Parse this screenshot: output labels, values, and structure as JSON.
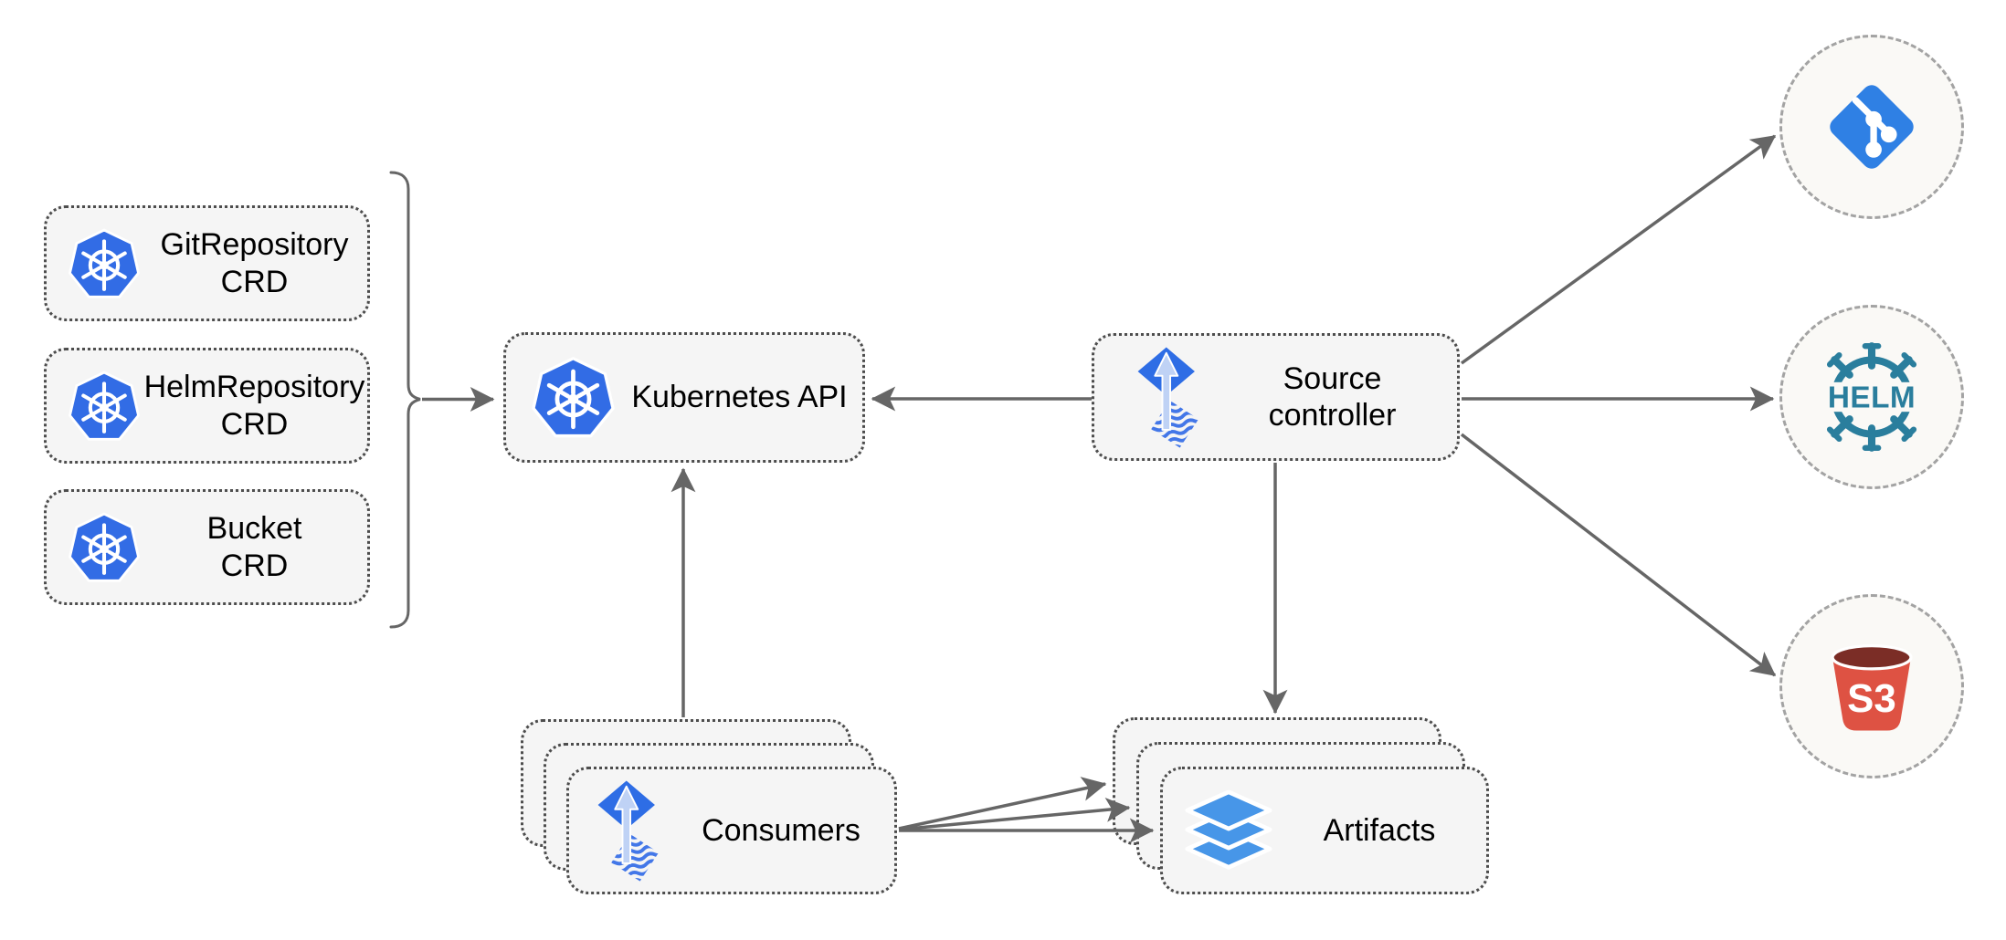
{
  "colors": {
    "background": "#ffffff",
    "node_fill": "#f5f5f5",
    "node_border": "#4d4d4d",
    "circle_fill": "#faf9f6",
    "circle_border": "#a3a3a3",
    "arrow": "#666666",
    "text": "#000000",
    "kubernetes_blue": "#326ce5",
    "flux_blue": "#2e6de5",
    "flux_arrow": "#bfd2f5",
    "flux_wave_blue": "#4377e8",
    "layers_blue": "#4796e8",
    "git_blue": "#2f80e4",
    "helm_teal": "#2a7e9d",
    "s3_red": "#de5243",
    "s3_dark": "#7b2d26"
  },
  "nodes": {
    "git_repository_crd": {
      "line1": "GitRepository",
      "line2": "CRD",
      "icon": "kubernetes-icon"
    },
    "helm_repository_crd": {
      "line1": "HelmRepository",
      "line2": "CRD",
      "icon": "kubernetes-icon"
    },
    "bucket_crd": {
      "line1": "Bucket",
      "line2": "CRD",
      "icon": "kubernetes-icon"
    },
    "kubernetes_api": {
      "label": "Kubernetes API",
      "icon": "kubernetes-icon"
    },
    "source_controller": {
      "line1": "Source",
      "line2": "controller",
      "icon": "flux-source-icon"
    },
    "consumers": {
      "label": "Consumers",
      "icon": "flux-source-icon",
      "stack_count": 3
    },
    "artifacts": {
      "label": "Artifacts",
      "icon": "layers-icon",
      "stack_count": 3
    },
    "git_source": {
      "icon": "git-icon"
    },
    "helm_source": {
      "label": "HELM",
      "icon": "helm-icon"
    },
    "s3_source": {
      "label": "S3",
      "icon": "s3-bucket-icon"
    }
  },
  "edges": [
    {
      "from": "crd-bracket",
      "to": "kubernetes_api",
      "arrow": true
    },
    {
      "from": "source_controller",
      "to": "kubernetes_api",
      "arrow": true
    },
    {
      "from": "consumers",
      "to": "kubernetes_api",
      "arrow": true
    },
    {
      "from": "source_controller",
      "to": "artifacts",
      "arrow": true
    },
    {
      "from": "source_controller",
      "to": "git_source",
      "arrow": true
    },
    {
      "from": "source_controller",
      "to": "helm_source",
      "arrow": true
    },
    {
      "from": "source_controller",
      "to": "s3_source",
      "arrow": true
    },
    {
      "from": "consumers",
      "to": "artifacts",
      "arrow": true,
      "count": 3
    }
  ]
}
